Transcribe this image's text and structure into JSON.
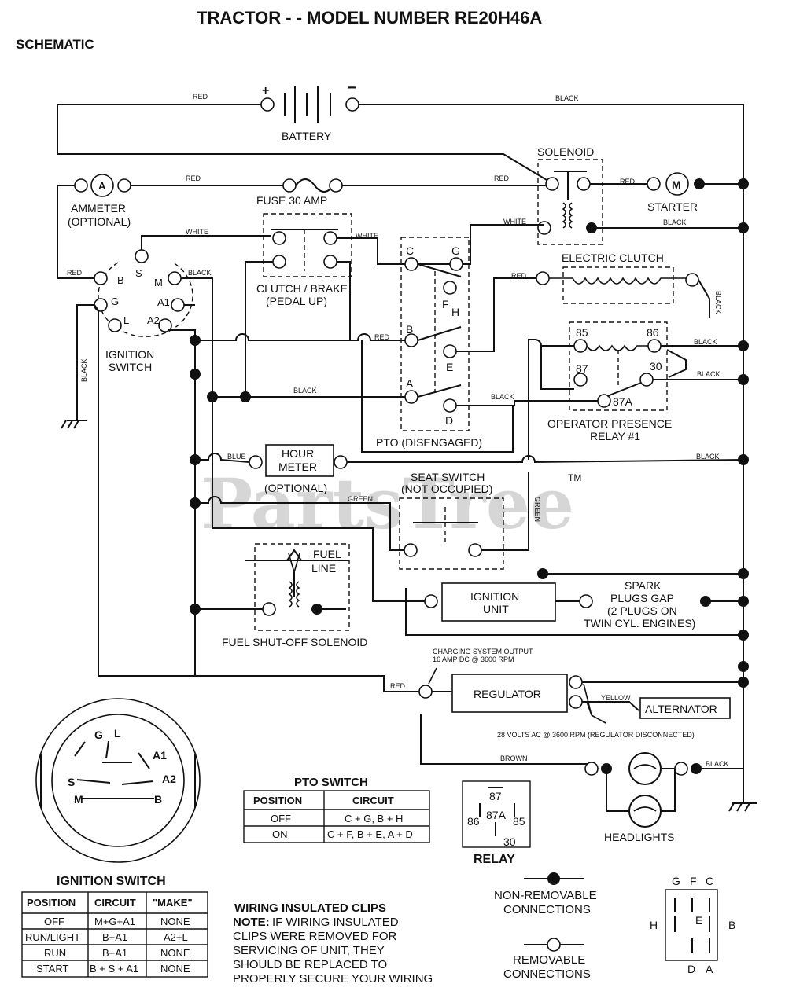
{
  "title": "TRACTOR - - MODEL NUMBER RE20H46A",
  "subtitle": "SCHEMATIC",
  "watermark": "PartsTree",
  "trademark": "TM",
  "components": {
    "battery": "BATTERY",
    "battery_plus": "+",
    "battery_minus": "−",
    "solenoid": "SOLENOID",
    "ammeter_symbol": "A",
    "ammeter_line1": "AMMETER",
    "ammeter_line2": "(OPTIONAL)",
    "fuse": "FUSE 30 AMP",
    "starter_symbol": "M",
    "starter": "STARTER",
    "electric_clutch": "ELECTRIC CLUTCH",
    "clutch_brake_line1": "CLUTCH / BRAKE",
    "clutch_brake_line2": "(PEDAL UP)",
    "ignition_switch_line1": "IGNITION",
    "ignition_switch_line2": "SWITCH",
    "pto_disengaged": "PTO (DISENGAGED)",
    "operator_relay_line1": "OPERATOR PRESENCE",
    "operator_relay_line2": "RELAY #1",
    "hour_meter_line1": "HOUR",
    "hour_meter_line2": "METER",
    "hour_meter_optional": "(OPTIONAL)",
    "seat_switch_line1": "SEAT SWITCH",
    "seat_switch_line2": "(NOT OCCUPIED)",
    "fuel_line_1": "FUEL",
    "fuel_line_2": "LINE",
    "fuel_solenoid": "FUEL SHUT-OFF SOLENOID",
    "ignition_unit_line1": "IGNITION",
    "ignition_unit_line2": "UNIT",
    "spark_line1": "SPARK",
    "spark_line2": "PLUGS GAP",
    "spark_line3": "(2 PLUGS ON",
    "spark_line4": "TWIN CYL. ENGINES)",
    "charging_line1": "CHARGING SYSTEM OUTPUT",
    "charging_line2": "16 AMP DC @ 3600 RPM",
    "regulator": "REGULATOR",
    "alternator": "ALTERNATOR",
    "ac_note": "28 VOLTS AC @ 3600 RPM (REGULATOR DISCONNECTED)",
    "headlights": "HEADLIGHTS",
    "relay": "RELAY"
  },
  "terminals": {
    "S": "S",
    "B": "B",
    "M": "M",
    "G": "G",
    "A1": "A1",
    "L": "L",
    "A2": "A2",
    "C": "C",
    "Gp": "G",
    "F": "F",
    "H": "H",
    "Bp": "B",
    "E": "E",
    "A": "A",
    "D": "D",
    "r85": "85",
    "r86": "86",
    "r87": "87",
    "r30": "30",
    "r87A": "87A"
  },
  "wires": {
    "red": "RED",
    "black": "BLACK",
    "white": "WHITE",
    "blue": "BLUE",
    "green": "GREEN",
    "yellow": "YELLOW",
    "brown": "BROWN"
  },
  "pto_switch": {
    "title": "PTO SWITCH",
    "headers": [
      "POSITION",
      "CIRCUIT"
    ],
    "rows": [
      [
        "OFF",
        "C + G, B + H"
      ],
      [
        "ON",
        "C + F, B + E, A + D"
      ]
    ]
  },
  "ignition_switch_diagram": {
    "labels": [
      "G",
      "L",
      "A1",
      "S",
      "A2",
      "M",
      "B"
    ]
  },
  "ignition_table": {
    "title": "IGNITION SWITCH",
    "headers": [
      "POSITION",
      "CIRCUIT",
      "\"MAKE\""
    ],
    "rows": [
      [
        "OFF",
        "M+G+A1",
        "NONE"
      ],
      [
        "RUN/LIGHT",
        "B+A1",
        "A2+L"
      ],
      [
        "RUN",
        "B+A1",
        "NONE"
      ],
      [
        "START",
        "B + S + A1",
        "NONE"
      ]
    ]
  },
  "relay_pins": {
    "p87": "87",
    "p87A": "87A",
    "p86": "86",
    "p85": "85",
    "p30": "30"
  },
  "clips_note": {
    "title": "WIRING INSULATED CLIPS",
    "note_label": "NOTE:",
    "lines": [
      "IF WIRING INSULATED",
      "CLIPS WERE REMOVED FOR",
      "SERVICING OF UNIT, THEY",
      "SHOULD BE REPLACED TO",
      "PROPERLY SECURE YOUR WIRING"
    ]
  },
  "legend": {
    "non_removable_1": "NON-REMOVABLE",
    "non_removable_2": "CONNECTIONS",
    "removable_1": "REMOVABLE",
    "removable_2": "CONNECTIONS"
  },
  "pto_pinout": {
    "G": "G",
    "F": "F",
    "C": "C",
    "H": "H",
    "E": "E",
    "B": "B",
    "D": "D",
    "A": "A"
  }
}
